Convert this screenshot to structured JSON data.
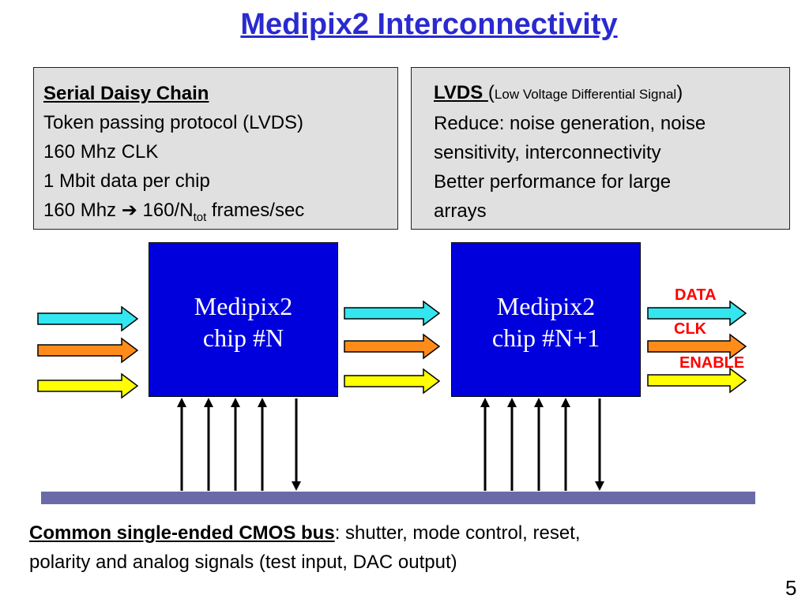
{
  "title": "Medipix2 Interconnectivity",
  "left_box": {
    "heading": "Serial Daisy Chain",
    "line1": "Token passing protocol (LVDS)",
    "line2": "160 Mhz CLK",
    "line3": "1 Mbit data per chip",
    "line4_pre": "160 Mhz",
    "line4_arrow": "➔",
    "line4_mid": "160/N",
    "line4_sub": "tot",
    "line4_post": "frames/sec"
  },
  "right_box": {
    "heading": "LVDS ",
    "paren_open": "(",
    "heading_small": "Low Voltage Differential Signal",
    "paren_close": ")",
    "line1": "Reduce: noise generation, noise",
    "line2": "sensitivity, interconnectivity",
    "line3": "Better performance for large",
    "line4": "arrays"
  },
  "chips": [
    {
      "line1": "Medipix2",
      "line2": "chip #N"
    },
    {
      "line1": "Medipix2",
      "line2": "chip #N+1"
    }
  ],
  "signals": {
    "data": "DATA",
    "clk": "CLK",
    "enable": "ENABLE"
  },
  "colors": {
    "data": "#33e6f0",
    "clk": "#ff8c1a",
    "enable": "#ffff00",
    "chip": "#0000dd",
    "bus": "#6a6aa8",
    "title": "#2a2ad0",
    "signal_label": "#ff0000"
  },
  "bus": {
    "label": "Common single-ended CMOS bus",
    "text1": ": shutter, mode control, reset,",
    "text2": "polarity and analog signals (test input, DAC output)"
  },
  "page_number": "5"
}
